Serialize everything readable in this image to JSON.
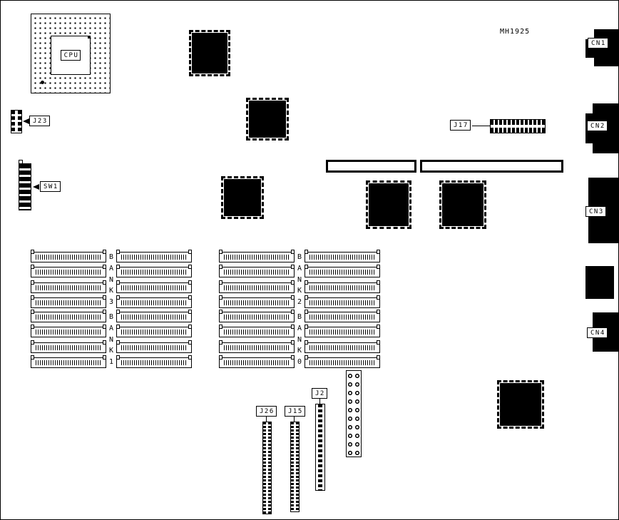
{
  "part_number": "MH1925",
  "labels": {
    "cpu": "CPU",
    "j23": "J23",
    "sw1": "SW1",
    "j17": "J17",
    "j2": "J2",
    "j26": "J26",
    "j15": "J15",
    "cn1": "CN1",
    "cn2": "CN2",
    "cn3": "CN3",
    "cn4": "CN4"
  },
  "banks": [
    {
      "label": "BANK3"
    },
    {
      "label": "BANK2"
    },
    {
      "label": "BANK1"
    },
    {
      "label": "BANK0"
    }
  ],
  "colors": {
    "line": "#000000",
    "background": "#ffffff"
  }
}
